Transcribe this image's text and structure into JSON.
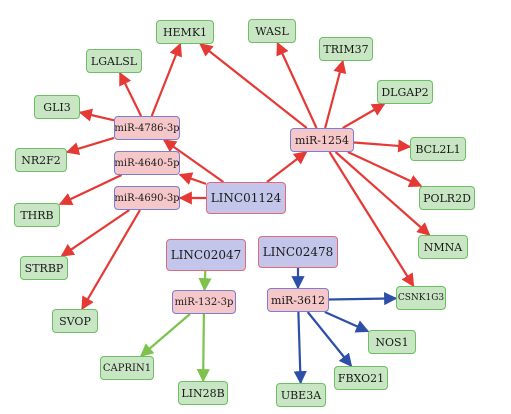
{
  "colors": {
    "red": "#e53935",
    "green": "#7dc24c",
    "blue": "#2e4fa8"
  },
  "nodes": {
    "hemk1": "HEMK1",
    "wasl": "WASL",
    "trim37": "TRIM37",
    "lgalsl": "LGALSL",
    "dlgap2": "DLGAP2",
    "gli3": "GLI3",
    "bcl2l1": "BCL2L1",
    "nr2f2": "NR2F2",
    "polr2d": "POLR2D",
    "thrb": "THRB",
    "nmna": "NMNA",
    "strbp": "STRBP",
    "svop": "SVOP",
    "csnk1g3": "CSNK1G3",
    "nos1": "NOS1",
    "caprin1": "CAPRIN1",
    "fbxo21": "FBXO21",
    "lin28b": "LIN28B",
    "ube3a": "UBE3A",
    "mir4786": "miR-4786-3p",
    "mir4640": "miR-4640-5p",
    "mir4690": "miR-4690-3p",
    "mir1254": "miR-1254",
    "mir132": "miR-132-3p",
    "mir3612": "miR-3612",
    "linc01124": "LINC01124",
    "linc02047": "LINC02047",
    "linc02478": "LINC02478"
  },
  "edges": [
    {
      "from": "linc01124",
      "to": "mir4640",
      "color": "red"
    },
    {
      "from": "linc01124",
      "to": "mir4690",
      "color": "red"
    },
    {
      "from": "linc01124",
      "to": "mir4786",
      "color": "red"
    },
    {
      "from": "linc01124",
      "to": "mir1254",
      "color": "red"
    },
    {
      "from": "mir4786",
      "to": "hemk1",
      "color": "red"
    },
    {
      "from": "mir4786",
      "to": "lgalsl",
      "color": "red"
    },
    {
      "from": "mir4786",
      "to": "gli3",
      "color": "red"
    },
    {
      "from": "mir4786",
      "to": "nr2f2",
      "color": "red"
    },
    {
      "from": "mir4640",
      "to": "thrb",
      "color": "red"
    },
    {
      "from": "mir4690",
      "to": "strbp",
      "color": "red"
    },
    {
      "from": "mir4690",
      "to": "svop",
      "color": "red"
    },
    {
      "from": "mir1254",
      "to": "hemk1",
      "color": "red"
    },
    {
      "from": "mir1254",
      "to": "wasl",
      "color": "red"
    },
    {
      "from": "mir1254",
      "to": "trim37",
      "color": "red"
    },
    {
      "from": "mir1254",
      "to": "dlgap2",
      "color": "red"
    },
    {
      "from": "mir1254",
      "to": "bcl2l1",
      "color": "red"
    },
    {
      "from": "mir1254",
      "to": "polr2d",
      "color": "red"
    },
    {
      "from": "mir1254",
      "to": "nmna",
      "color": "red"
    },
    {
      "from": "mir1254",
      "to": "csnk1g3",
      "color": "red"
    },
    {
      "from": "linc02047",
      "to": "mir132",
      "color": "green"
    },
    {
      "from": "mir132",
      "to": "caprin1",
      "color": "green"
    },
    {
      "from": "mir132",
      "to": "lin28b",
      "color": "green"
    },
    {
      "from": "linc02478",
      "to": "mir3612",
      "color": "blue"
    },
    {
      "from": "mir3612",
      "to": "csnk1g3",
      "color": "blue"
    },
    {
      "from": "mir3612",
      "to": "nos1",
      "color": "blue"
    },
    {
      "from": "mir3612",
      "to": "fbxo21",
      "color": "blue"
    },
    {
      "from": "mir3612",
      "to": "ube3a",
      "color": "blue"
    }
  ]
}
